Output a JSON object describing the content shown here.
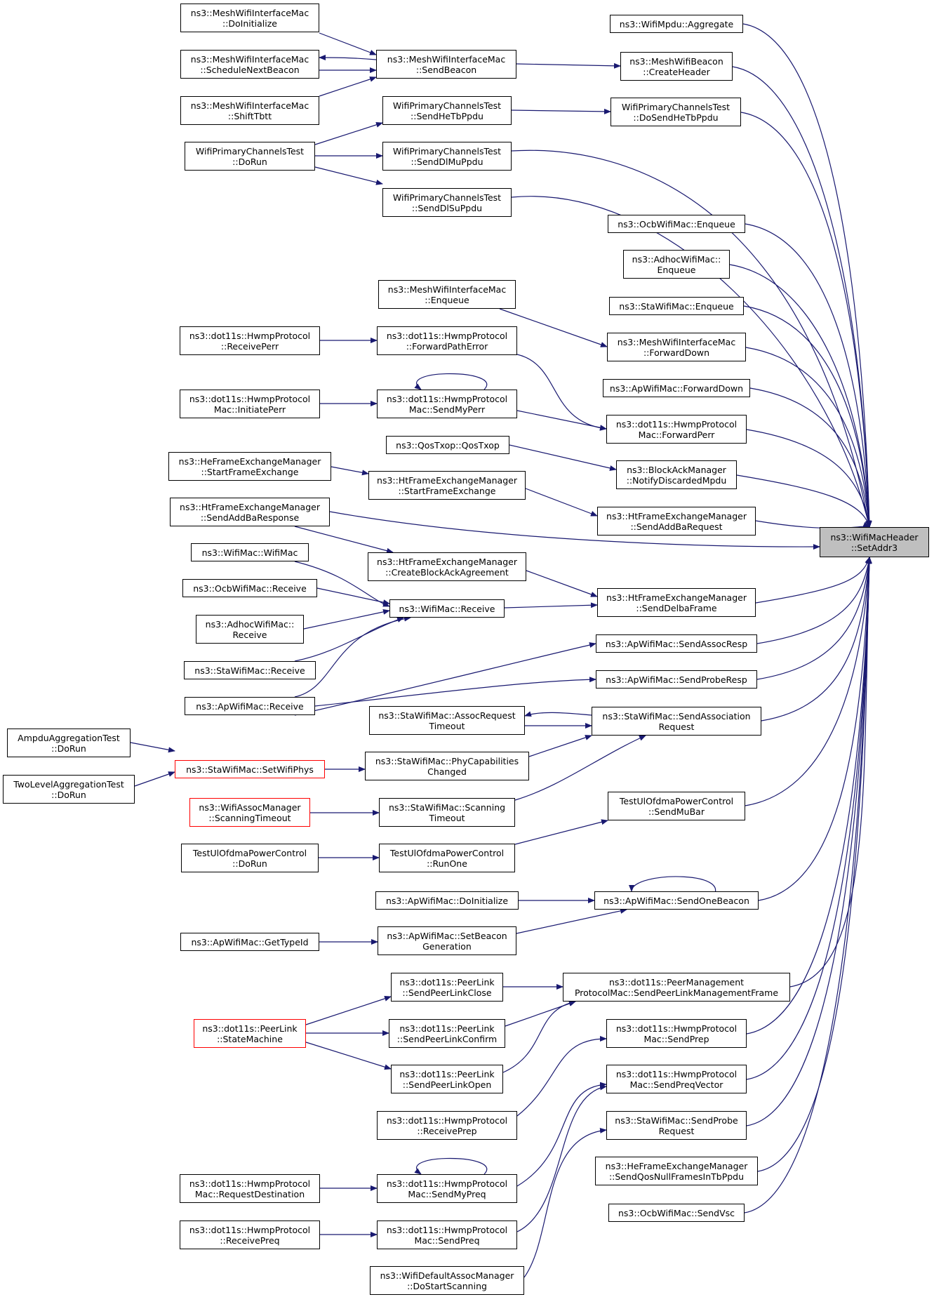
{
  "graph": {
    "title": "",
    "target": "ns3::WifiMacHeader\n::SetAddr3",
    "colors": {
      "edge": "#191970",
      "node_border": "#000000",
      "truncated_border": "#ff0000",
      "target_fill": "#bfbfbf"
    },
    "nodes": {
      "t": "ns3::WifiMacHeader\n::SetAddr3",
      "r1": "ns3::WifiMpdu::Aggregate",
      "r2": "ns3::MeshWifiBeacon\n::CreateHeader",
      "r3": "WifiPrimaryChannelsTest\n::DoSendHeTbPpdu",
      "r4": "ns3::OcbWifiMac::Enqueue",
      "r5": "ns3::AdhocWifiMac::\nEnqueue",
      "r6": "ns3::StaWifiMac::Enqueue",
      "r7": "ns3::MeshWifiInterfaceMac\n::ForwardDown",
      "r8": "ns3::ApWifiMac::ForwardDown",
      "r9": "ns3::dot11s::HwmpProtocol\nMac::ForwardPerr",
      "r10": "ns3::BlockAckManager\n::NotifyDiscardedMpdu",
      "r11": "ns3::HtFrameExchangeManager\n::SendAddBaRequest",
      "r12": "ns3::HtFrameExchangeManager\n::SendDelbaFrame",
      "r13": "ns3::ApWifiMac::SendAssocResp",
      "r14": "ns3::ApWifiMac::SendProbeResp",
      "r15": "ns3::StaWifiMac::SendAssociation\nRequest",
      "r16": "TestUlOfdmaPowerControl\n::SendMuBar",
      "r17": "ns3::ApWifiMac::SendOneBeacon",
      "r18": "ns3::dot11s::PeerManagement\nProtocolMac::SendPeerLinkManagementFrame",
      "r19": "ns3::dot11s::HwmpProtocol\nMac::SendPrep",
      "r20": "ns3::dot11s::HwmpProtocol\nMac::SendPreqVector",
      "r21": "ns3::StaWifiMac::SendProbe\nRequest",
      "r22": "ns3::HeFrameExchangeManager\n::SendQosNullFramesInTbPpdu",
      "r23": "ns3::OcbWifiMac::SendVsc",
      "m1": "ns3::MeshWifiInterfaceMac\n::SendBeacon",
      "m2": "WifiPrimaryChannelsTest\n::SendHeTbPpdu",
      "m3": "WifiPrimaryChannelsTest\n::SendDlMuPpdu",
      "m4": "WifiPrimaryChannelsTest\n::SendDlSuPpdu",
      "m5": "ns3::MeshWifiInterfaceMac\n::Enqueue",
      "m6": "ns3::dot11s::HwmpProtocol\n::ForwardPathError",
      "m7": "ns3::dot11s::HwmpProtocol\nMac::SendMyPerr",
      "m8": "ns3::QosTxop::QosTxop",
      "m9": "ns3::HtFrameExchangeManager\n::StartFrameExchange",
      "m10": "ns3::HtFrameExchangeManager\n::CreateBlockAckAgreement",
      "m11": "ns3::WifiMac::Receive",
      "m12": "ns3::StaWifiMac::AssocRequest\nTimeout",
      "m13": "ns3::StaWifiMac::PhyCapabilities\nChanged",
      "m14": "ns3::StaWifiMac::Scanning\nTimeout",
      "m15": "TestUlOfdmaPowerControl\n::RunOne",
      "m16": "ns3::ApWifiMac::DoInitialize",
      "m17": "ns3::ApWifiMac::SetBeacon\nGeneration",
      "m18": "ns3::dot11s::PeerLink\n::SendPeerLinkClose",
      "m19": "ns3::dot11s::PeerLink\n::SendPeerLinkConfirm",
      "m20": "ns3::dot11s::PeerLink\n::SendPeerLinkOpen",
      "m21": "ns3::dot11s::HwmpProtocol\n::ReceivePrep",
      "m22": "ns3::dot11s::HwmpProtocol\nMac::SendMyPreq",
      "m23": "ns3::dot11s::HwmpProtocol\nMac::SendPreq",
      "m24": "ns3::WifiDefaultAssocManager\n::DoStartScanning",
      "l1": "ns3::MeshWifiInterfaceMac\n::DoInitialize",
      "l2": "ns3::MeshWifiInterfaceMac\n::ScheduleNextBeacon",
      "l3": "ns3::MeshWifiInterfaceMac\n::ShiftTbtt",
      "l4": "WifiPrimaryChannelsTest\n::DoRun",
      "l5": "ns3::dot11s::HwmpProtocol\n::ReceivePerr",
      "l6": "ns3::dot11s::HwmpProtocol\nMac::InitiatePerr",
      "l7": "ns3::HeFrameExchangeManager\n::StartFrameExchange",
      "l8": "ns3::HtFrameExchangeManager\n::SendAddBaResponse",
      "l9": "ns3::WifiMac::WifiMac",
      "l10": "ns3::OcbWifiMac::Receive",
      "l11": "ns3::AdhocWifiMac::\nReceive",
      "l12": "ns3::StaWifiMac::Receive",
      "l13": "ns3::ApWifiMac::Receive",
      "l14": "ns3::StaWifiMac::SetWifiPhys",
      "l15": "ns3::WifiAssocManager\n::ScanningTimeout",
      "l16": "TestUlOfdmaPowerControl\n::DoRun",
      "l17": "ns3::ApWifiMac::GetTypeId",
      "l18": "ns3::dot11s::PeerLink\n::StateMachine",
      "l19": "ns3::dot11s::HwmpProtocol\nMac::RequestDestination",
      "l20": "ns3::dot11s::HwmpProtocol\n::ReceivePreq",
      "f1": "AmpduAggregationTest\n::DoRun",
      "f2": "TwoLevelAggregationTest\n::DoRun"
    }
  }
}
